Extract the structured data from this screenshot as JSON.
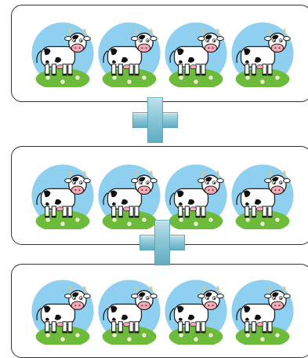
{
  "groups": [
    {
      "cows": 4
    },
    {
      "cows": 4
    },
    {
      "cows": 4
    }
  ],
  "operator_icon": "plus-icon",
  "cow_icon": "cow-icon",
  "colors": {
    "sky": "#8fd0f0",
    "grass": "#6dbb3a",
    "plus": "#8cc8d8",
    "border": "#333333"
  }
}
